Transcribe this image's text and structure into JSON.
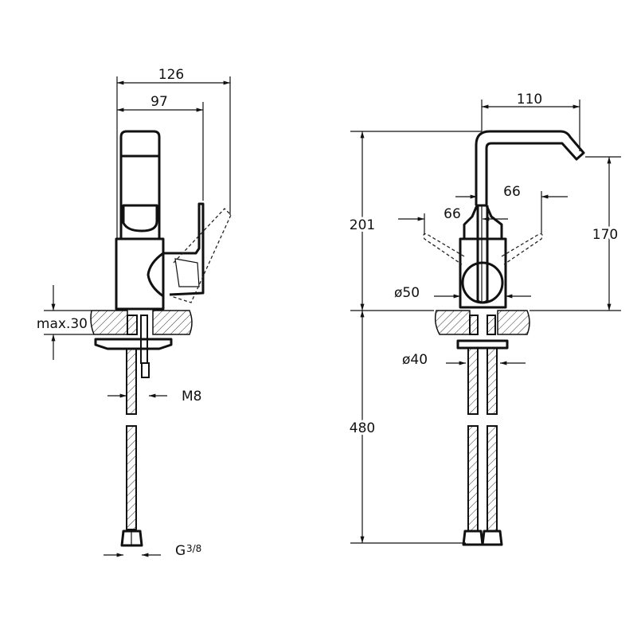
{
  "side_view": {
    "dim_overall_depth": "126",
    "dim_handle_depth": "97",
    "dim_max_counter": "max.30",
    "dim_bolt": "M8",
    "thread": {
      "prefix": "G",
      "fraction": "3/8"
    }
  },
  "front_view": {
    "dim_spout_reach": "110",
    "dim_total_height": "201",
    "dim_spout_height": "170",
    "dim_handle_left": "66",
    "dim_handle_right": "66",
    "dim_body_diameter": "ø50",
    "dim_base_diameter": "ø40",
    "dim_hose_length": "480"
  },
  "colors": {
    "line": "#111111",
    "background": "#ffffff"
  }
}
